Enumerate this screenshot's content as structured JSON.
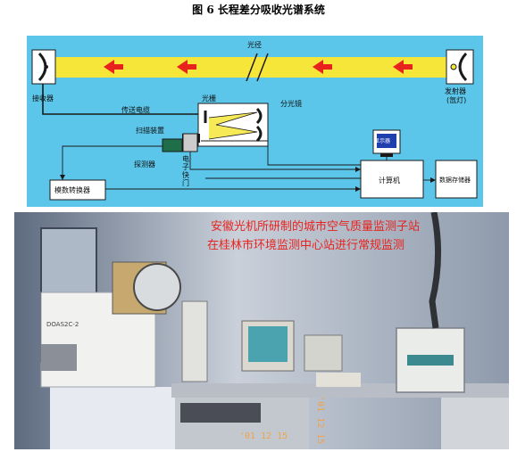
{
  "figure": {
    "title": "图 6 长程差分吸收光谱系统"
  },
  "diagram": {
    "labels": {
      "receiver": "接收器",
      "optical_path": "光径",
      "transmitter": "发射器",
      "transmitter_sub": "(氙灯)",
      "cable": "传送电缆",
      "grating": "光栅",
      "splitter": "分光镜",
      "scanner": "扫描装置",
      "detector": "探测器",
      "shutter": "电子快门",
      "display": "显示器",
      "computer": "计算机",
      "adc": "模数转换器",
      "storage": "数据存储器"
    },
    "colors": {
      "background": "#5cc6ea",
      "beam": "#f6e63a",
      "arrow": "#e8231e"
    }
  },
  "photo": {
    "caption_line1": "安徽光机所研制的城市空气质量监测子站",
    "caption_line2": "在桂林市环境监测中心站进行常规监测",
    "device_label": "DOAS2C-2",
    "timestamp": "'01 12 15"
  }
}
